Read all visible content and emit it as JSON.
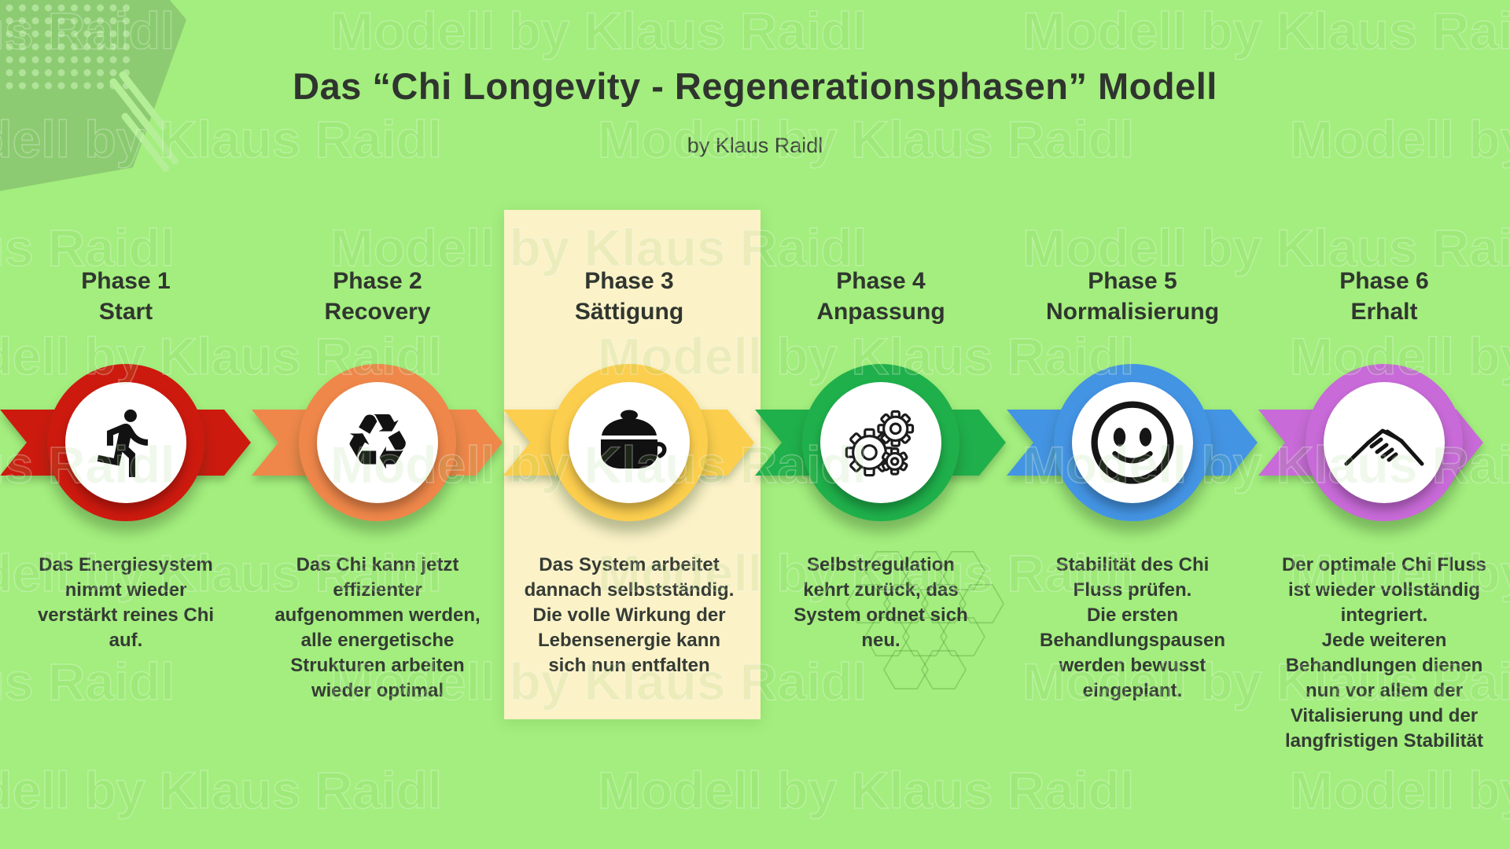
{
  "title": "Das “Chi Longevity - Regenerationsphasen” Modell",
  "subtitle": "by Klaus Raidl",
  "watermark_text": "Modell by Klaus Raidl",
  "colors": {
    "background": "#a3ee7e",
    "highlight_band": "#fbf2c7",
    "heading_text": "#30362f",
    "body_text": "#353b35",
    "corner_hexagon": "#8dcb72"
  },
  "phases": [
    {
      "number": "Phase 1",
      "name": "Start",
      "color": "#cd1a0f",
      "icon": "runner-icon",
      "highlighted": false,
      "description": "Das Energiesystem\nnimmt wieder\nverstärkt reines Chi\nauf."
    },
    {
      "number": "Phase 2",
      "name": "Recovery",
      "color": "#ef874a",
      "icon": "recycle-icon",
      "glyph": "♻",
      "highlighted": false,
      "description": "Das Chi kann jetzt\neffizienter\naufgenommen werden,\nalle energetische\nStrukturen arbeiten\nwieder optimal"
    },
    {
      "number": "Phase 3",
      "name": "Sättigung",
      "color": "#fcce4e",
      "icon": "cooking-pot-icon",
      "highlighted": true,
      "description": "Das System arbeitet\ndannach selbstständig.\nDie volle Wirkung der\nLebensenergie kann\nsich nun entfalten"
    },
    {
      "number": "Phase 4",
      "name": "Anpassung",
      "color": "#1fb04b",
      "icon": "gears-icon",
      "highlighted": false,
      "description": "Selbstregulation\nkehrt zurück, das\nSystem ordnet sich\nneu."
    },
    {
      "number": "Phase 5",
      "name": "Normalisierung",
      "color": "#4494e4",
      "icon": "smiley-icon",
      "highlighted": false,
      "description": "Stabilität des Chi\nFluss prüfen.\nDie ersten\nBehandlungspausen\nwerden bewusst\neingeplant."
    },
    {
      "number": "Phase 6",
      "name": "Erhalt",
      "color": "#c86ad8",
      "icon": "handshake-icon",
      "highlighted": false,
      "description": "Der optimale Chi Fluss\nist wieder vollständig\nintegriert.\nJede weiteren\nBehandlungen dienen\nnun vor allem der\nVitalisierung und der\nlangfristigen Stabilität"
    }
  ]
}
